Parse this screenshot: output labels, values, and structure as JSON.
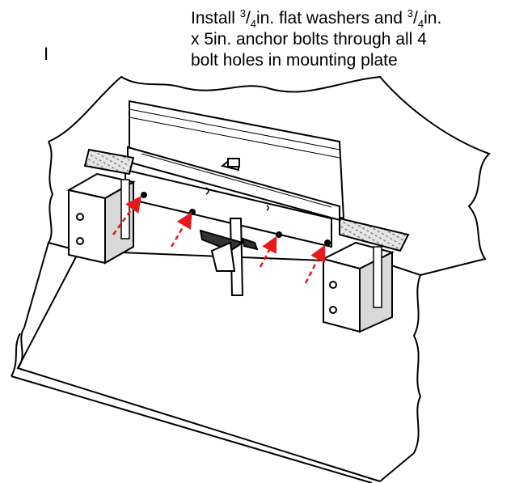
{
  "marker": "I",
  "caption": {
    "w1": "Install ",
    "num1": "3",
    "slash1": "/",
    "den1": "4",
    "w2": "in. flat washers and ",
    "num2": "3",
    "slash2": "/",
    "den2": "4",
    "w3": "in.",
    "line2": "x 5in. anchor bolts through all 4",
    "line3": "bolt holes in mounting plate"
  },
  "colors": {
    "arrow": "#e8191c",
    "line": "#000000",
    "shade": "#d9d9d9",
    "tread": "#bfbfbf"
  },
  "arrows_count": 4
}
